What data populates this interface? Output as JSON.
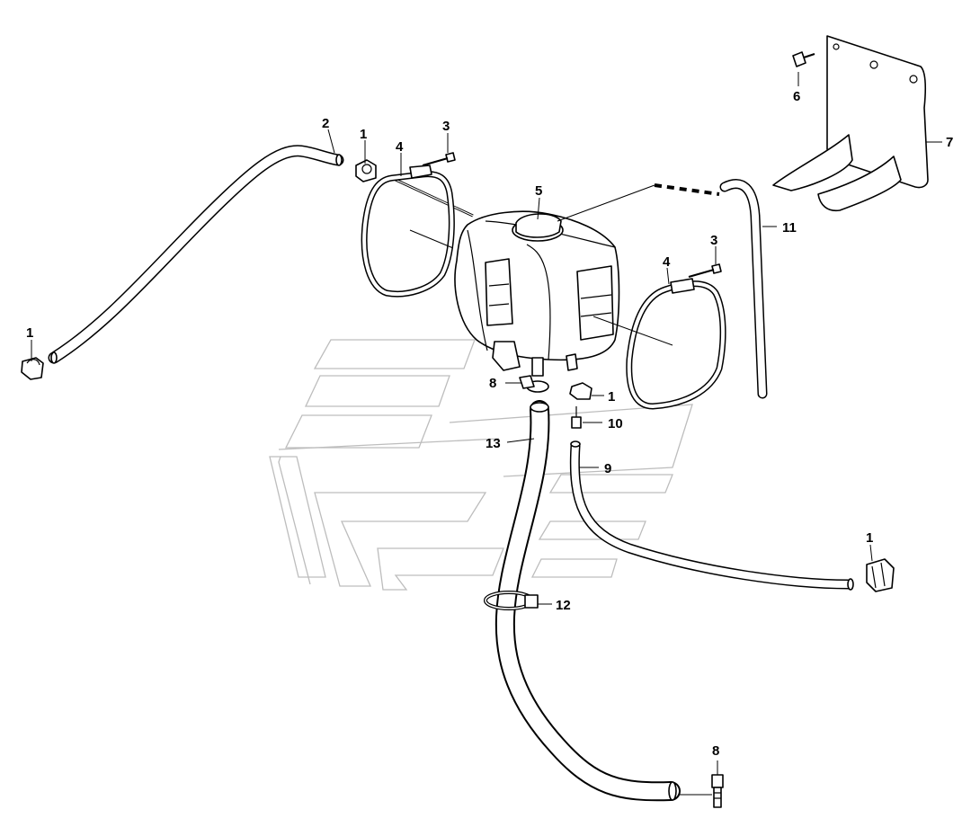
{
  "diagram": {
    "callouts": [
      {
        "id": "c1a",
        "text": "1"
      },
      {
        "id": "c1b",
        "text": "1"
      },
      {
        "id": "c1c",
        "text": "1"
      },
      {
        "id": "c1d",
        "text": "1"
      },
      {
        "id": "c2",
        "text": "2"
      },
      {
        "id": "c3a",
        "text": "3"
      },
      {
        "id": "c3b",
        "text": "3"
      },
      {
        "id": "c4a",
        "text": "4"
      },
      {
        "id": "c4b",
        "text": "4"
      },
      {
        "id": "c5",
        "text": "5"
      },
      {
        "id": "c6",
        "text": "6"
      },
      {
        "id": "c7",
        "text": "7"
      },
      {
        "id": "c8a",
        "text": "8"
      },
      {
        "id": "c8b",
        "text": "8"
      },
      {
        "id": "c9",
        "text": "9"
      },
      {
        "id": "c10",
        "text": "10"
      },
      {
        "id": "c11",
        "text": "11"
      },
      {
        "id": "c12",
        "text": "12"
      },
      {
        "id": "c13",
        "text": "13"
      }
    ]
  }
}
